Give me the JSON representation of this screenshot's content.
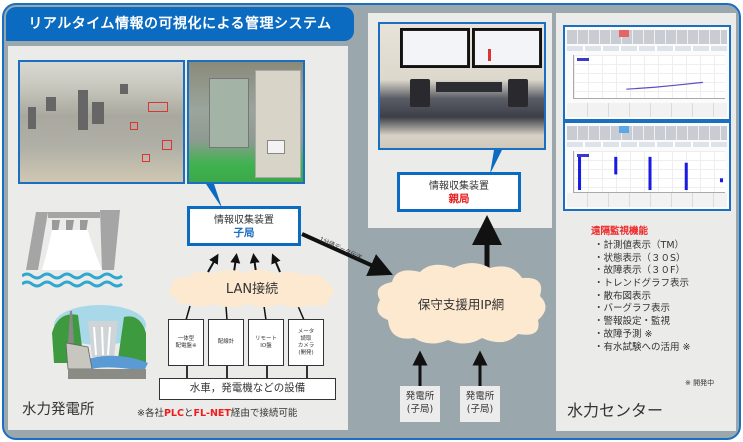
{
  "title": "リアルタイム情報の可視化による管理システム",
  "left_section": {
    "label": "水力発電所",
    "collector_child": {
      "title": "情報収集装置",
      "subtitle": "子局"
    },
    "lan_cloud": "LAN接続",
    "devices": [
      {
        "label": "一体型\n配電盤※"
      },
      {
        "label": "配線計"
      },
      {
        "label": "リモート\nIO盤"
      },
      {
        "label": "メータ\n読取\nカメラ\n(開発)"
      }
    ],
    "equipment": "水車，発電機などの設備",
    "note": {
      "prefix": "※各社",
      "plc": "PLC",
      "mid": "と",
      "flnet": "FL-NET",
      "suffix": "経由で接続可能"
    }
  },
  "transfer_label": "1分値データ伝送",
  "network": {
    "cloud": "保守支援用IP網",
    "stations": [
      {
        "line1": "発電所",
        "line2": "(子局)"
      },
      {
        "line1": "発電所",
        "line2": "(子局)"
      }
    ]
  },
  "right_section": {
    "label": "水力センター",
    "collector_parent": {
      "title": "情報収集装置",
      "subtitle": "親局"
    },
    "functions_title": "遠隔監視機能",
    "functions": [
      "計測値表示（TM）",
      "状態表示（３０S）",
      "故障表示（３０F）",
      "トレンドグラフ表示",
      "散布図表示",
      "バーグラフ表示",
      "警報設定・監視",
      "故障予測 ※",
      "有水試験への活用 ※"
    ],
    "dev_note": "※ 開発中"
  },
  "colors": {
    "brand_blue": "#0a6bc0",
    "frame_gray": "#9aa8ae",
    "panel_bg": "#ebebea",
    "cloud_fill": "#fde9cf",
    "accent_red": "#ee1c1c"
  }
}
